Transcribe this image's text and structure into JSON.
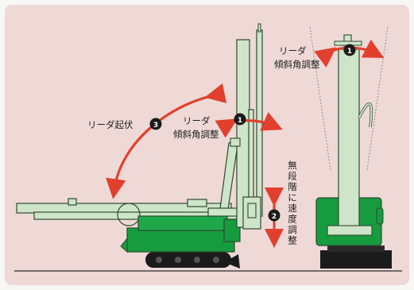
{
  "labels": {
    "leader_tilt_right": [
      "リーダ",
      "傾斜角調整"
    ],
    "leader_tilt_center": [
      "リーダ",
      "傾斜角調整"
    ],
    "leader_raise": "リーダ起伏",
    "stepless_depth": "無段階に速度調整"
  },
  "badges": {
    "tilt_right": "1",
    "tilt_center": "1",
    "raise": "3",
    "depth": "2"
  },
  "colors": {
    "background": "#eed9d6",
    "machine_light": "#cfe5c9",
    "machine_green": "#169c3f",
    "outline": "#2f4a30",
    "arrow": "#e2402e",
    "track": "#1b1b1b"
  }
}
